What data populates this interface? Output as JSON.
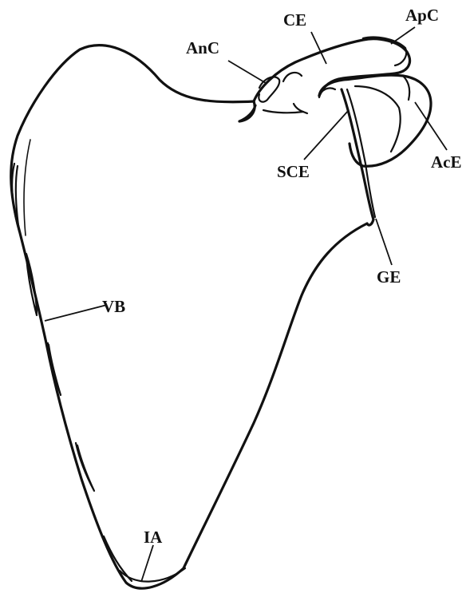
{
  "labels": {
    "anc": "AnC",
    "ce": "CE",
    "apc": "ApC",
    "sce": "SCE",
    "ace": "AcE",
    "ge": "GE",
    "vb": "VB",
    "ia": "IA"
  }
}
